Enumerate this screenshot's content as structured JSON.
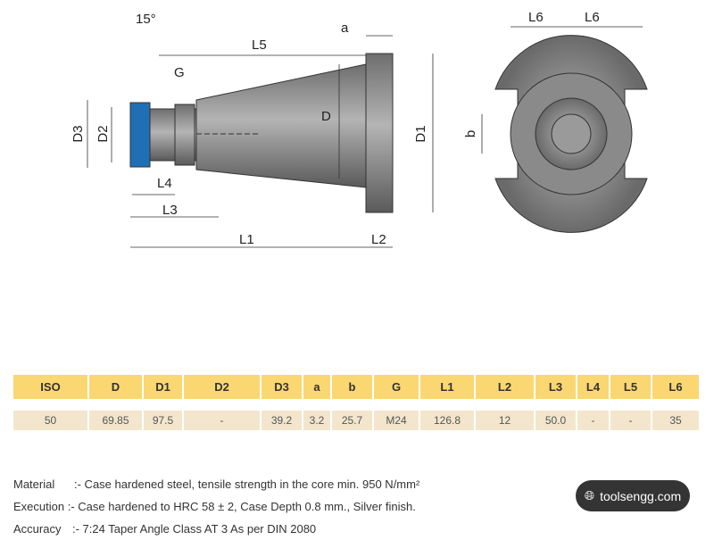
{
  "drawing": {
    "labels": {
      "angle": "15°",
      "L5": "L5",
      "a": "a",
      "G": "G",
      "D": "D",
      "D1": "D1",
      "D2": "D2",
      "D3": "D3",
      "L4": "L4",
      "L3": "L3",
      "L1": "L1",
      "L2": "L2",
      "L6_left": "L6",
      "L6_right": "L6",
      "b": "b"
    }
  },
  "table": {
    "headers": [
      "ISO",
      "D",
      "D1",
      "D2",
      "D3",
      "a",
      "b",
      "G",
      "L1",
      "L2",
      "L3",
      "L4",
      "L5",
      "L6"
    ],
    "rows": [
      [
        "50",
        "69.85",
        "97.5",
        "-",
        "39.2",
        "3.2",
        "25.7",
        "M24",
        "126.8",
        "12",
        "50.0",
        "-",
        "-",
        "35"
      ]
    ]
  },
  "notes": [
    {
      "label": "Material",
      "text": ":- Case hardened steel, tensile strength in the core min. 950 N/mm²"
    },
    {
      "label": "Execution",
      "text": ":- Case hardened to HRC 58 ± 2, Case Depth 0.8 mm., Silver finish."
    },
    {
      "label": "Accuracy",
      "text": ":- 7:24 Taper Angle Class AT 3 As per DIN 2080"
    }
  ],
  "watermark": {
    "text": "toolsengg.com"
  },
  "colors": {
    "header": "#fbd771",
    "row": "#f3e6cc",
    "accent_blue": "#1f6fb5"
  }
}
